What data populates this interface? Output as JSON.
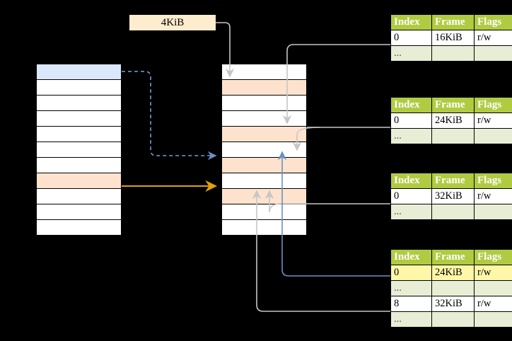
{
  "diagram": {
    "title": "multi-level page table address translation",
    "label_box": {
      "text": "4KiB"
    },
    "colors": {
      "header_green": "#b0cb42",
      "dots_row": "#e8eed6",
      "highlight_yellow": "#fff7a8",
      "peach_row": "#fde3cd",
      "blue_row": "#dbe8fb",
      "blue_arrow": "#6b8fc4",
      "orange_arrow": "#e3a008",
      "gray_arrow": "#c9c9c9"
    },
    "left_column": {
      "name": "page-table-level-1",
      "row_count": 11,
      "rows": [
        {
          "fill": "blue"
        },
        {
          "fill": "white"
        },
        {
          "fill": "white"
        },
        {
          "fill": "white"
        },
        {
          "fill": "white"
        },
        {
          "fill": "white"
        },
        {
          "fill": "white"
        },
        {
          "fill": "peach"
        },
        {
          "fill": "white"
        },
        {
          "fill": "white"
        },
        {
          "fill": "white"
        }
      ]
    },
    "middle_column": {
      "name": "page-table-level-2",
      "row_count": 11,
      "rows": [
        {
          "fill": "white"
        },
        {
          "fill": "peach"
        },
        {
          "fill": "white"
        },
        {
          "fill": "white"
        },
        {
          "fill": "peach"
        },
        {
          "fill": "white"
        },
        {
          "fill": "peach"
        },
        {
          "fill": "white"
        },
        {
          "fill": "peach"
        },
        {
          "fill": "white"
        },
        {
          "fill": "white"
        }
      ]
    },
    "tables": [
      {
        "name": "page-table-entry-1",
        "headers": [
          "Index",
          "Frame",
          "Flags"
        ],
        "rows": [
          {
            "cells": [
              "0",
              "16KiB",
              "r/w"
            ],
            "kind": "data",
            "highlight": false
          },
          {
            "cells": [
              "...",
              "",
              ""
            ],
            "kind": "dots",
            "highlight": false
          }
        ]
      },
      {
        "name": "page-table-entry-2",
        "headers": [
          "Index",
          "Frame",
          "Flags"
        ],
        "rows": [
          {
            "cells": [
              "0",
              "24KiB",
              "r/w"
            ],
            "kind": "data",
            "highlight": false
          },
          {
            "cells": [
              "...",
              "",
              ""
            ],
            "kind": "dots",
            "highlight": false
          }
        ]
      },
      {
        "name": "page-table-entry-3",
        "headers": [
          "Index",
          "Frame",
          "Flags"
        ],
        "rows": [
          {
            "cells": [
              "0",
              "32KiB",
              "r/w"
            ],
            "kind": "data",
            "highlight": false
          },
          {
            "cells": [
              "...",
              "",
              ""
            ],
            "kind": "dots",
            "highlight": false
          }
        ]
      },
      {
        "name": "page-table-entry-4",
        "headers": [
          "Index",
          "Frame",
          "Flags"
        ],
        "rows": [
          {
            "cells": [
              "0",
              "24KiB",
              "r/w"
            ],
            "kind": "data",
            "highlight": true
          },
          {
            "cells": [
              "...",
              "",
              ""
            ],
            "kind": "dots",
            "highlight": false
          },
          {
            "cells": [
              "8",
              "32KiB",
              "r/w"
            ],
            "kind": "data",
            "highlight": false
          },
          {
            "cells": [
              "...",
              "",
              ""
            ],
            "kind": "dots",
            "highlight": false
          }
        ]
      }
    ]
  }
}
